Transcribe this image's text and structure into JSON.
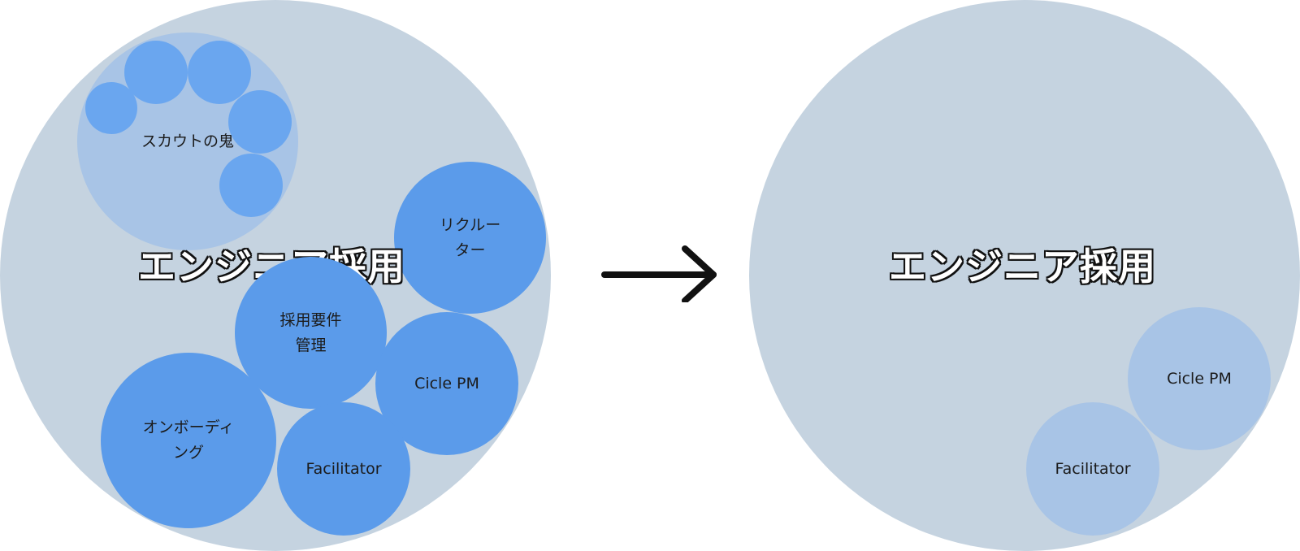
{
  "colors": {
    "outer": "#c5d3e0",
    "inner_light": "#a8c4e6",
    "bubble_dark": "#5b9bea",
    "bubble_small": "#6aa6ef",
    "title_fill": "#ffffff",
    "title_outline": "#111111"
  },
  "left": {
    "title": "エンジニア採用",
    "group_label": "スカウトの鬼",
    "bubbles": {
      "recruiter": "リクルー\nター",
      "requirements": "採用要件\n管理",
      "onboarding": "オンボーディ\nング",
      "cicle_pm": "Cicle PM",
      "facilitator": "Facilitator"
    }
  },
  "right": {
    "title": "エンジニア採用",
    "bubbles": {
      "cicle_pm": "Cicle PM",
      "facilitator": "Facilitator"
    }
  },
  "arrow_icon": "right-arrow-icon"
}
